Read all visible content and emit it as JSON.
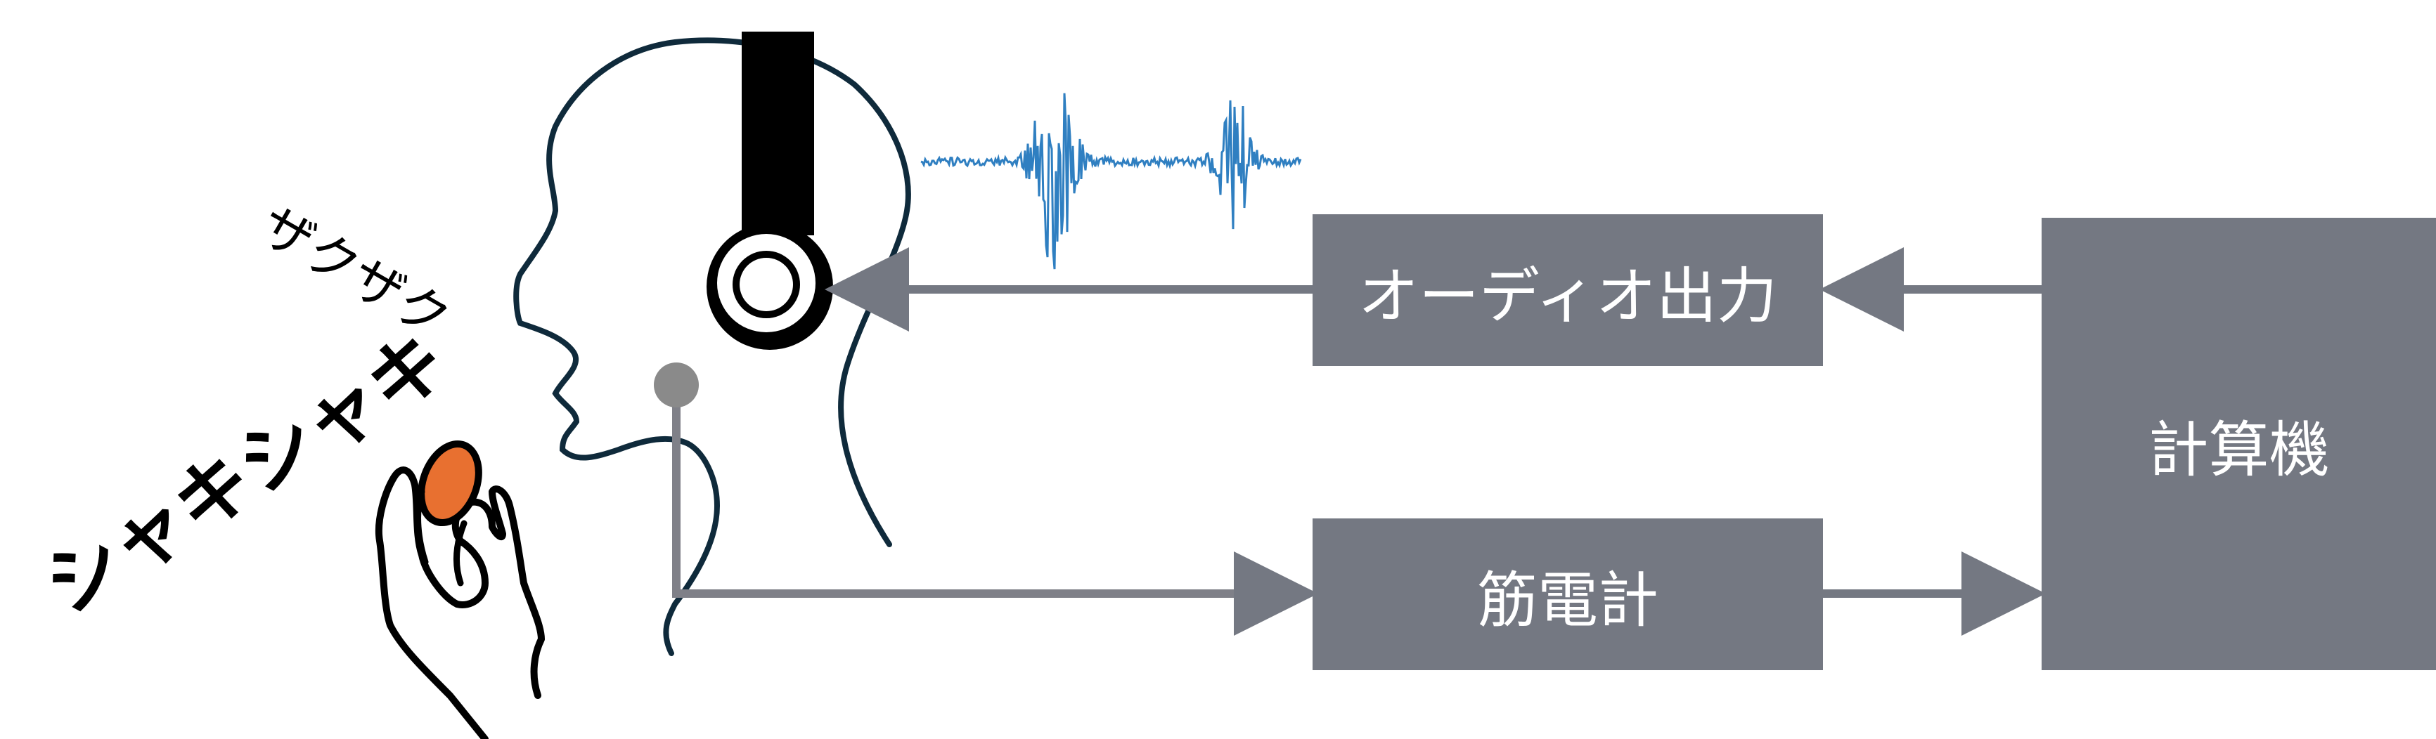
{
  "blocks": {
    "audio_output": "オーディオ出力",
    "emg": "筋電計",
    "computer": "計算機"
  },
  "sound_effects": {
    "zakuzaku": "ザクザク",
    "shakishaki": "シャキシャキ"
  },
  "colors": {
    "block_fill": "#747882",
    "block_text": "#ffffff",
    "arrow": "#747882",
    "waveform": "#2f7fc1",
    "outline": "#0f2a3b",
    "food": "#e87030",
    "sensor": "#8a8a8a"
  }
}
